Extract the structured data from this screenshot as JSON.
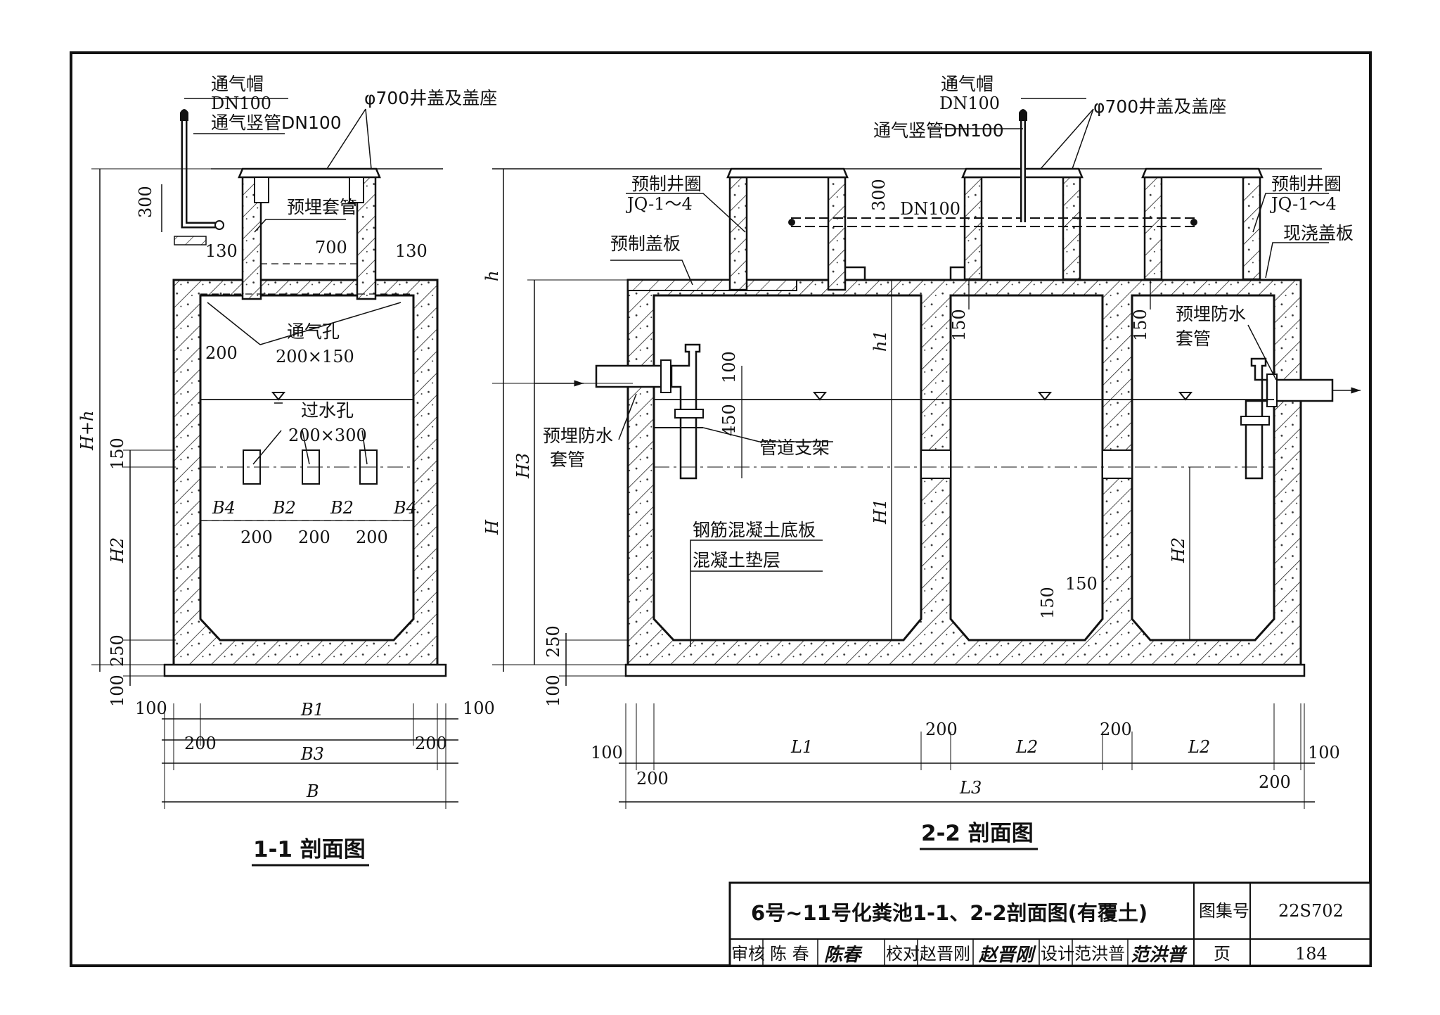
{
  "section_left": {
    "title": "1-1 剖面图",
    "vent_cap": "通气帽",
    "vent_cap_dn": "DN100",
    "vent_pipe": "通气竖管DN100",
    "manhole_cover": "φ700井盖及盖座",
    "embedded_sleeve": "预埋套管",
    "vent_hole": "通气孔",
    "vent_hole_size": "200×150",
    "flow_hole": "过水孔",
    "flow_hole_size": "200×300",
    "dims": {
      "d300": "300",
      "d130a": "130",
      "d700": "700",
      "d130b": "130",
      "d200": "200",
      "d150": "150",
      "d250": "250",
      "d100": "100",
      "B4a": "B4",
      "B2a": "B2",
      "B2b": "B2",
      "B4b": "B4",
      "s200a": "200",
      "s200b": "200",
      "s200c": "200",
      "left100": "100",
      "right100": "100",
      "B1": "B1",
      "left200": "200",
      "right200": "200",
      "B3": "B3",
      "B": "B",
      "Hh": "H+h",
      "H2": "H2"
    }
  },
  "section_right": {
    "title": "2-2 剖面图",
    "vent_cap": "通气帽",
    "vent_cap_dn": "DN100",
    "vent_pipe": "通气竖管DN100",
    "manhole_cover": "φ700井盖及盖座",
    "precast_ring": "预制井圈",
    "precast_ring_code": "JQ-1～4",
    "precast_ring_r": "预制井圈",
    "precast_ring_code_r": "JQ-1～4",
    "precast_slab": "预制盖板",
    "cast_slab": "现浇盖板",
    "dn100": "DN100",
    "waterproof_sleeve_l1": "预埋防水",
    "waterproof_sleeve_l2": "套管",
    "waterproof_sleeve_r1": "预埋防水",
    "waterproof_sleeve_r2": "套管",
    "pipe_support": "管道支架",
    "rc_base": "钢筋混凝土底板",
    "concrete_bed": "混凝土垫层",
    "dims": {
      "h": "h",
      "H": "H",
      "H3": "H3",
      "h1": "h1",
      "H1": "H1",
      "H2": "H2",
      "d300": "300",
      "d100": "100",
      "d450": "450",
      "d150a": "150",
      "d150b": "150",
      "d150c": "150",
      "d150d": "150",
      "d250": "250",
      "d100b": "100",
      "L1": "L1",
      "L2a": "L2",
      "L2b": "L2",
      "L3": "L3",
      "left100": "100",
      "left200": "200",
      "mid200a": "200",
      "mid200b": "200",
      "right100": "100",
      "right200": "200"
    }
  },
  "title_block": {
    "drawing_title": "6号~11号化粪池1-1、2-2剖面图(有覆土)",
    "atlas_label": "图集号",
    "atlas_no": "22S702",
    "review_label": "审核",
    "reviewer": "陈 春",
    "reviewer_sig": "陈春",
    "check_label": "校对",
    "checker": "赵晋刚",
    "checker_sig": "赵晋刚",
    "design_label": "设计",
    "designer": "范洪普",
    "designer_sig": "范洪普",
    "page_label": "页",
    "page_no": "184"
  }
}
